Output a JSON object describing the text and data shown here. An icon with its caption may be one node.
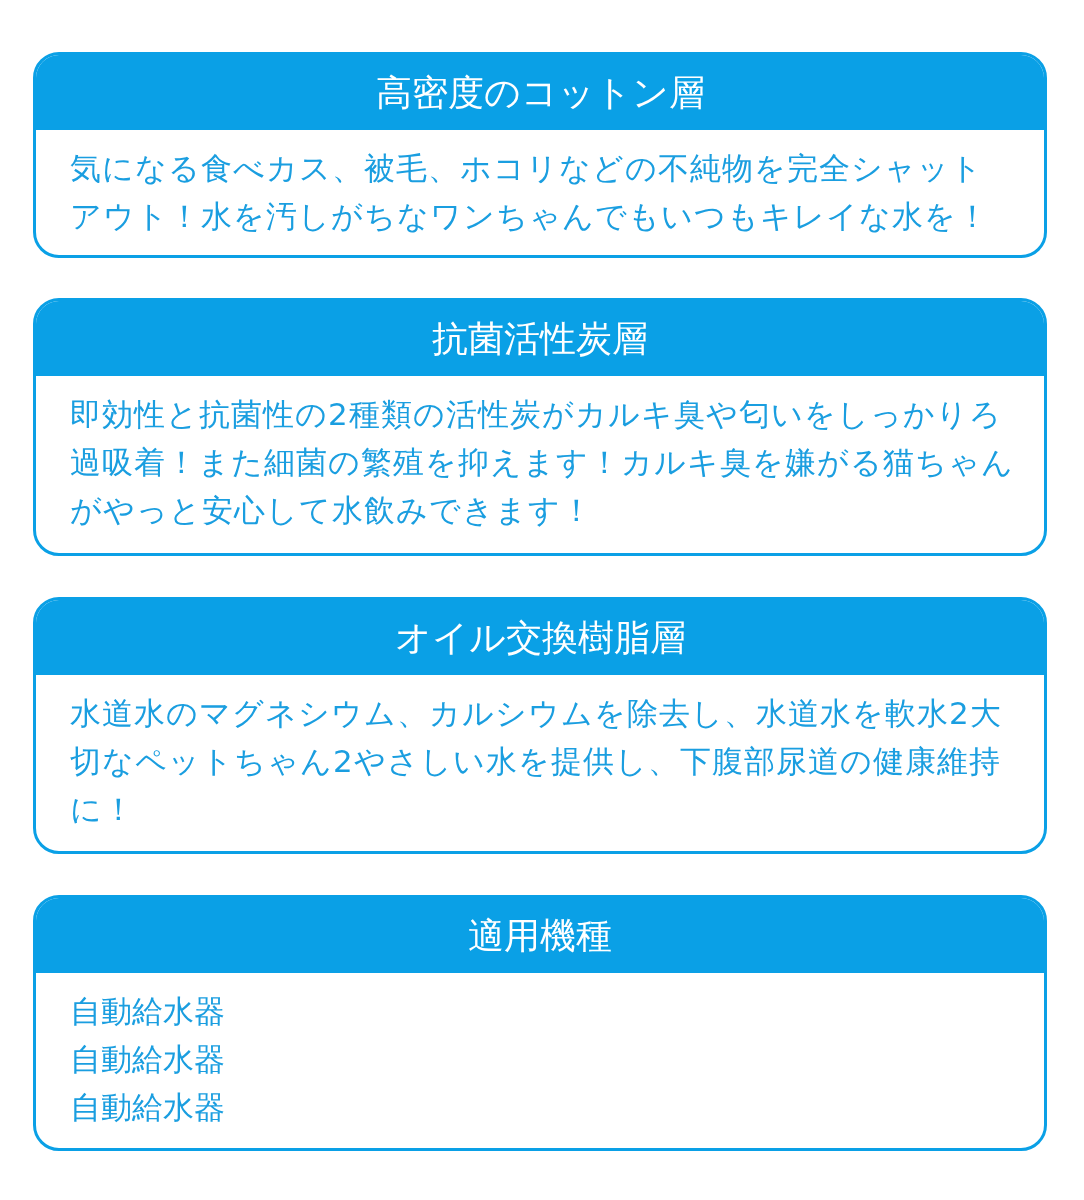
{
  "diagram": {
    "nodes": [
      {
        "text": [
          "高密度のコットン層",
          "気になる食べカス、被毛、ホコリなどの不純物を完全シャットアウト！水を汚しがちなワンちゃんでもいつもキレイな水を！"
        ]
      },
      {
        "text": [
          "抗菌活性炭層",
          "即効性と抗菌性の2種類の活性炭がカルキ臭や匂いをしっかりろ過吸着！また細菌の繁殖を抑えます！カルキ臭を嫌がる猫ちゃんがやっと安心して水飲みできます！"
        ]
      },
      {
        "text": [
          "オイル交換樹脂層",
          "水道水のマグネシウム、カルシウムを除去し、水道水を軟水2大切なペットちゃん2やさしい水を提供し、下腹部尿道の健康維持に！"
        ]
      },
      {
        "text": [
          "適用機種",
          "自動給水器",
          "自動給水器",
          "自動給水器"
        ]
      }
    ]
  }
}
